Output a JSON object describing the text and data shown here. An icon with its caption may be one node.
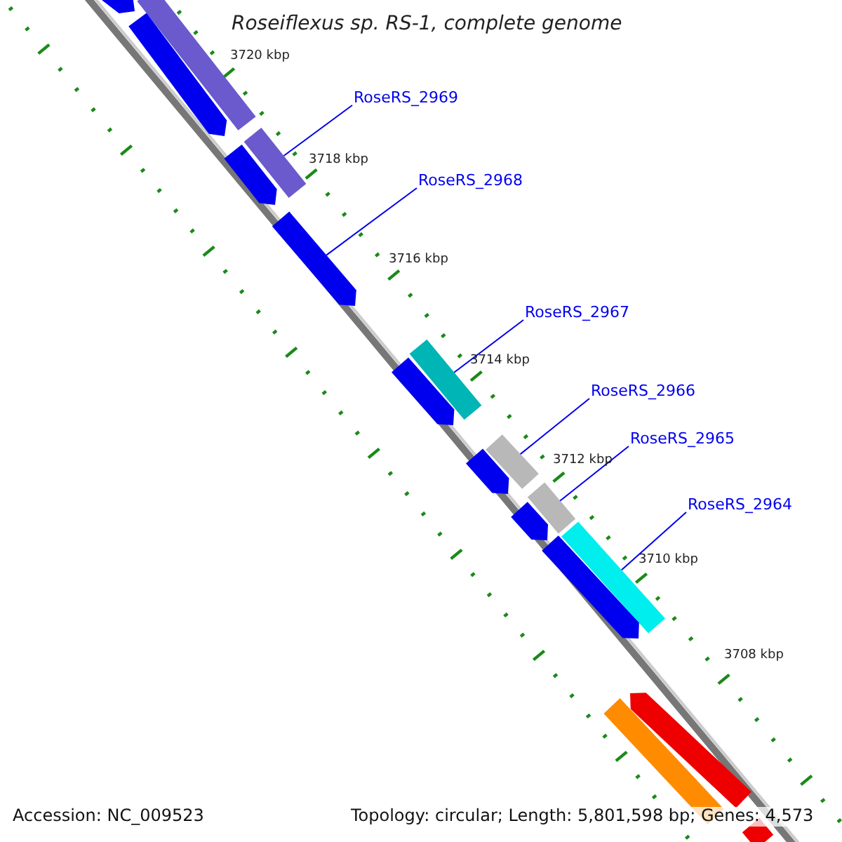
{
  "diagram": {
    "title": "Roseiflexus sp. RS-1, complete genome",
    "nodes": [
      {
        "text": [
          "RoseRS_2969"
        ]
      },
      {
        "text": [
          "RoseRS_2968"
        ]
      },
      {
        "text": [
          "RoseRS_2967"
        ]
      },
      {
        "text": [
          "RoseRS_2966"
        ]
      },
      {
        "text": [
          "RoseRS_2965"
        ]
      },
      {
        "text": [
          "RoseRS_2964"
        ]
      },
      {
        "text": [],
        "shape": "arrow"
      },
      {
        "text": [],
        "shape": "bar"
      },
      {
        "text": [],
        "shape": "arrow"
      },
      {
        "text": [],
        "shape": "bar"
      },
      {
        "text": [],
        "shape": "arrow"
      },
      {
        "text": [],
        "shape": "arrow"
      },
      {
        "text": [],
        "shape": "bar"
      },
      {
        "text": [],
        "shape": "arrow"
      },
      {
        "text": [],
        "shape": "bar"
      },
      {
        "text": [],
        "shape": "arrow"
      },
      {
        "text": [],
        "shape": "bar"
      },
      {
        "text": [],
        "shape": "arrow"
      },
      {
        "text": [],
        "shape": "bar"
      },
      {
        "text": [],
        "shape": "arrow"
      },
      {
        "text": [],
        "shape": "arrow"
      },
      {
        "text": [],
        "shape": "bar"
      },
      {
        "text": [],
        "shape": "bar"
      }
    ],
    "edges": [
      {
        "from": 0,
        "to": 9,
        "arrow": "none"
      },
      {
        "from": 1,
        "to": 11,
        "arrow": "none"
      },
      {
        "from": 2,
        "to": 12,
        "arrow": "none"
      },
      {
        "from": 3,
        "to": 14,
        "arrow": "none"
      },
      {
        "from": 4,
        "to": 16,
        "arrow": "none"
      },
      {
        "from": 5,
        "to": 18,
        "arrow": "none"
      }
    ],
    "labels": [
      "3720 kbp",
      "3718 kbp",
      "3716 kbp",
      "3714 kbp",
      "3712 kbp",
      "3710 kbp",
      "3708 kbp",
      "Accession: NC_009523",
      "Topology: circular; Length: 5,801,598 bp; Genes: 4,573"
    ]
  }
}
